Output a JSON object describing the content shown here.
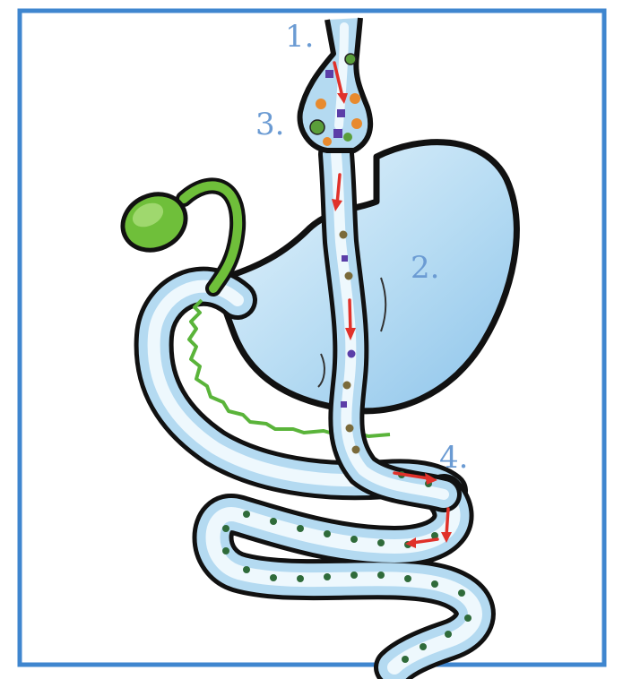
{
  "labels": {
    "one": "1.",
    "two": "2.",
    "three": "3.",
    "four": "4."
  },
  "colors": {
    "border": "#3f86cf",
    "organ_fill": "#a9d4f0",
    "organ_light": "#e8f5fc",
    "outline": "#111111",
    "gallbladder": "#6fbf3a",
    "bile": "#5ab43a",
    "arrow": "#e0312a",
    "label": "#6b9bd3"
  }
}
